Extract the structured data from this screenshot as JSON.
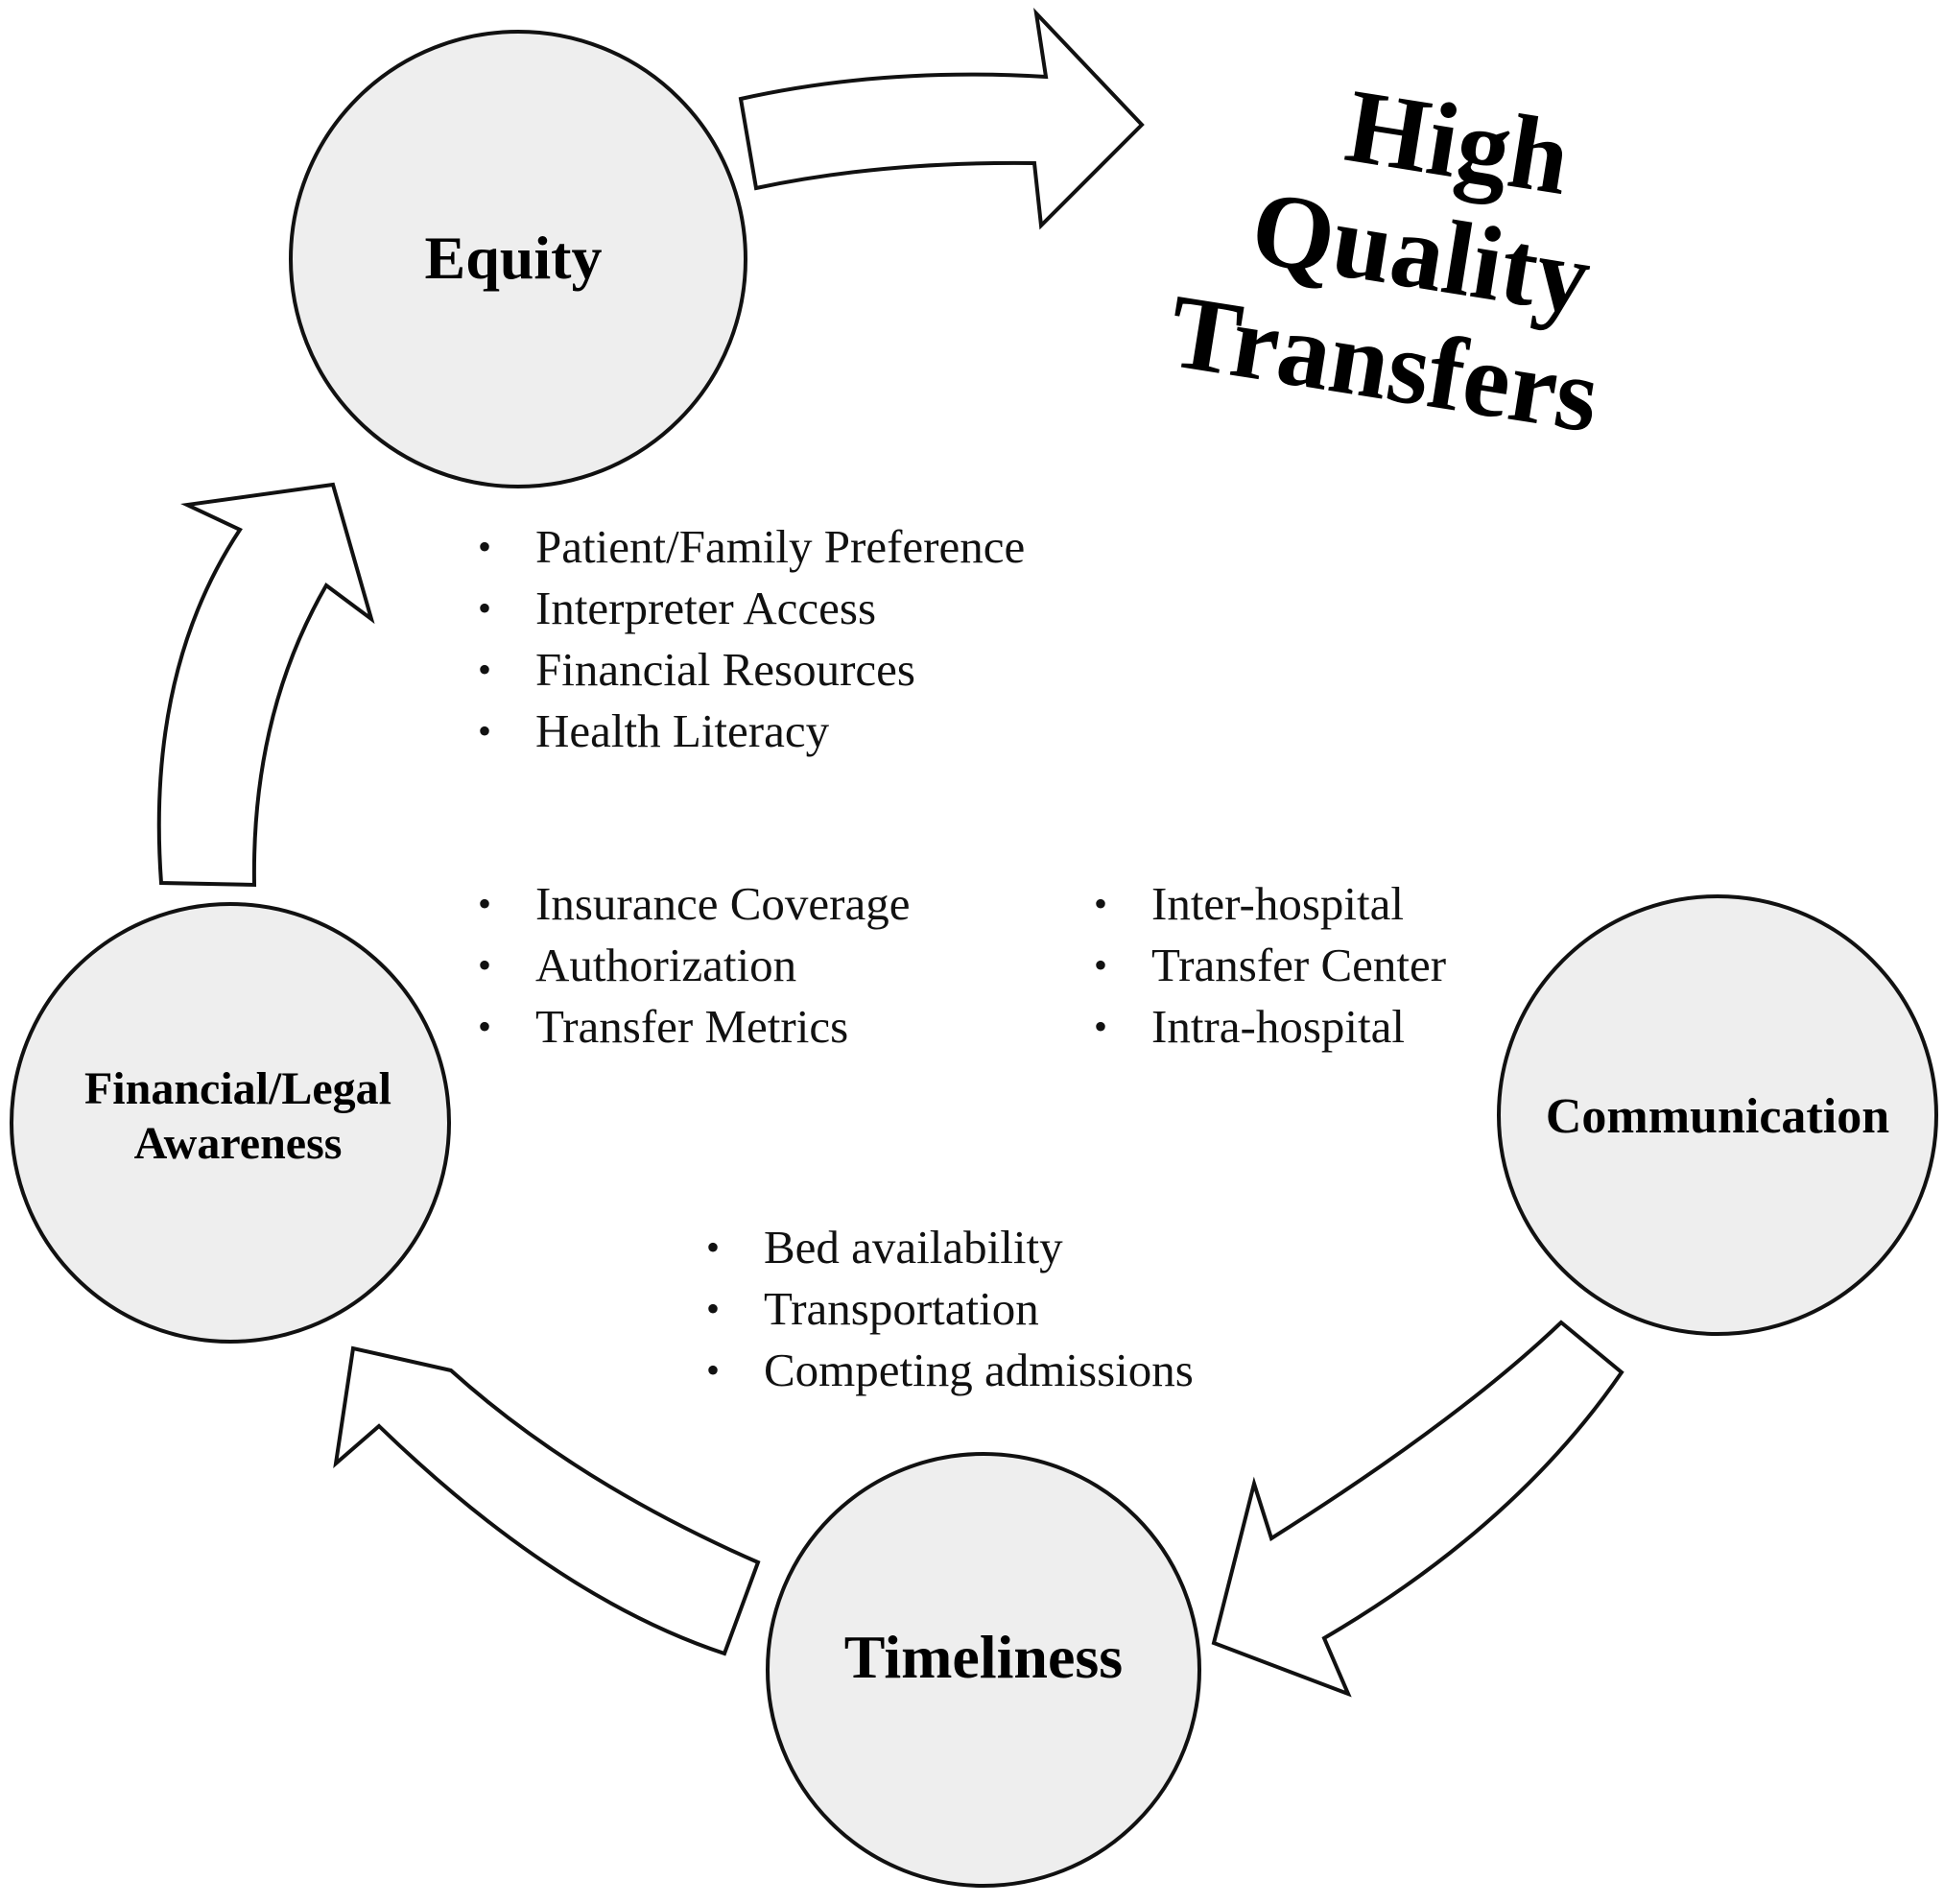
{
  "nodes": {
    "equity": "Equity",
    "financial_legal": [
      "Financial/Legal",
      "Awareness"
    ],
    "communication": "Communication",
    "timeliness": "Timeliness"
  },
  "outcome": [
    "High",
    "Quality",
    "Transfers"
  ],
  "equity_factors": [
    "Patient/Family Preference",
    "Interpreter Access",
    "Financial Resources",
    "Health Literacy"
  ],
  "financial_legal_factors": [
    "Insurance Coverage",
    "Authorization",
    "Transfer Metrics"
  ],
  "communication_factors": [
    "Inter-hospital",
    "Transfer Center",
    "Intra-hospital"
  ],
  "timeliness_factors": [
    "Bed availability",
    "Transportation",
    "Competing admissions"
  ]
}
